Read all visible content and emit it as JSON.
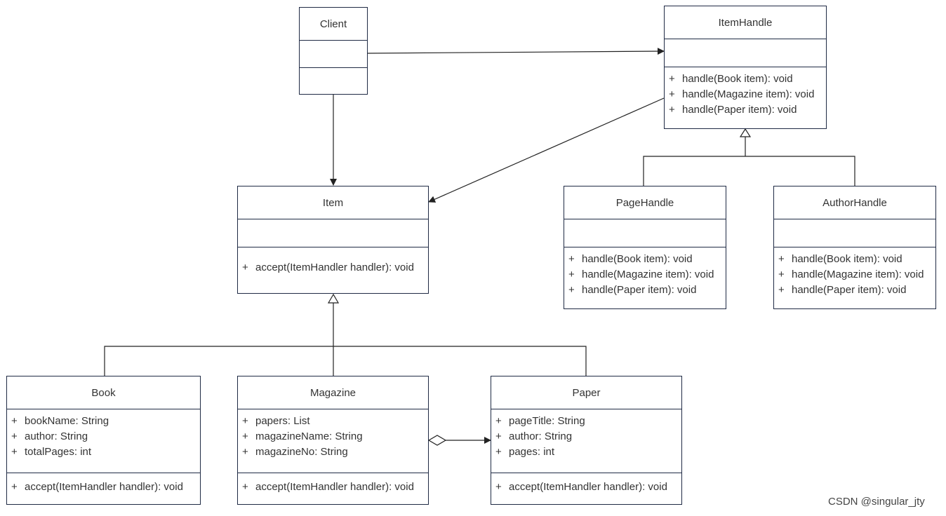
{
  "classes": {
    "client": {
      "name": "Client",
      "members": []
    },
    "itemhandle": {
      "name": "ItemHandle",
      "methods": [
        {
          "vis": "+",
          "text": "handle(Book item): void"
        },
        {
          "vis": "+",
          "text": "handle(Magazine item): void"
        },
        {
          "vis": "+",
          "text": "handle(Paper item): void"
        }
      ]
    },
    "item": {
      "name": "Item",
      "methods": [
        {
          "vis": "+",
          "text": "accept(ItemHandler handler): void"
        }
      ]
    },
    "pagehandle": {
      "name": "PageHandle",
      "methods": [
        {
          "vis": "+",
          "text": "handle(Book item): void"
        },
        {
          "vis": "+",
          "text": "handle(Magazine item): void"
        },
        {
          "vis": "+",
          "text": "handle(Paper item): void"
        }
      ]
    },
    "authorhandle": {
      "name": "AuthorHandle",
      "methods": [
        {
          "vis": "+",
          "text": "handle(Book item): void"
        },
        {
          "vis": "+",
          "text": "handle(Magazine item): void"
        },
        {
          "vis": "+",
          "text": "handle(Paper item): void"
        }
      ]
    },
    "book": {
      "name": "Book",
      "attributes": [
        {
          "vis": "+",
          "text": "bookName: String"
        },
        {
          "vis": "+",
          "text": "author: String"
        },
        {
          "vis": "+",
          "text": "totalPages: int"
        }
      ],
      "methods": [
        {
          "vis": "+",
          "text": "accept(ItemHandler handler): void"
        }
      ]
    },
    "magazine": {
      "name": "Magazine",
      "attributes": [
        {
          "vis": "+",
          "text": "papers: List"
        },
        {
          "vis": "+",
          "text": "magazineName: String"
        },
        {
          "vis": "+",
          "text": "magazineNo: String"
        }
      ],
      "methods": [
        {
          "vis": "+",
          "text": "accept(ItemHandler handler): void"
        }
      ]
    },
    "paper": {
      "name": "Paper",
      "attributes": [
        {
          "vis": "+",
          "text": "pageTitle: String"
        },
        {
          "vis": "+",
          "text": "author: String"
        },
        {
          "vis": "+",
          "text": "pages: int"
        }
      ],
      "methods": [
        {
          "vis": "+",
          "text": "accept(ItemHandler handler): void"
        }
      ]
    }
  },
  "relations": [
    {
      "from": "Client",
      "to": "ItemHandle",
      "kind": "association"
    },
    {
      "from": "Client",
      "to": "Item",
      "kind": "association"
    },
    {
      "from": "ItemHandle",
      "to": "Item",
      "kind": "association"
    },
    {
      "from": "PageHandle",
      "to": "ItemHandle",
      "kind": "generalization"
    },
    {
      "from": "AuthorHandle",
      "to": "ItemHandle",
      "kind": "generalization"
    },
    {
      "from": "Book",
      "to": "Item",
      "kind": "generalization"
    },
    {
      "from": "Magazine",
      "to": "Item",
      "kind": "generalization"
    },
    {
      "from": "Paper",
      "to": "Item",
      "kind": "generalization"
    },
    {
      "from": "Magazine",
      "to": "Paper",
      "kind": "aggregation"
    }
  ],
  "watermark": "CSDN @singular_jty"
}
